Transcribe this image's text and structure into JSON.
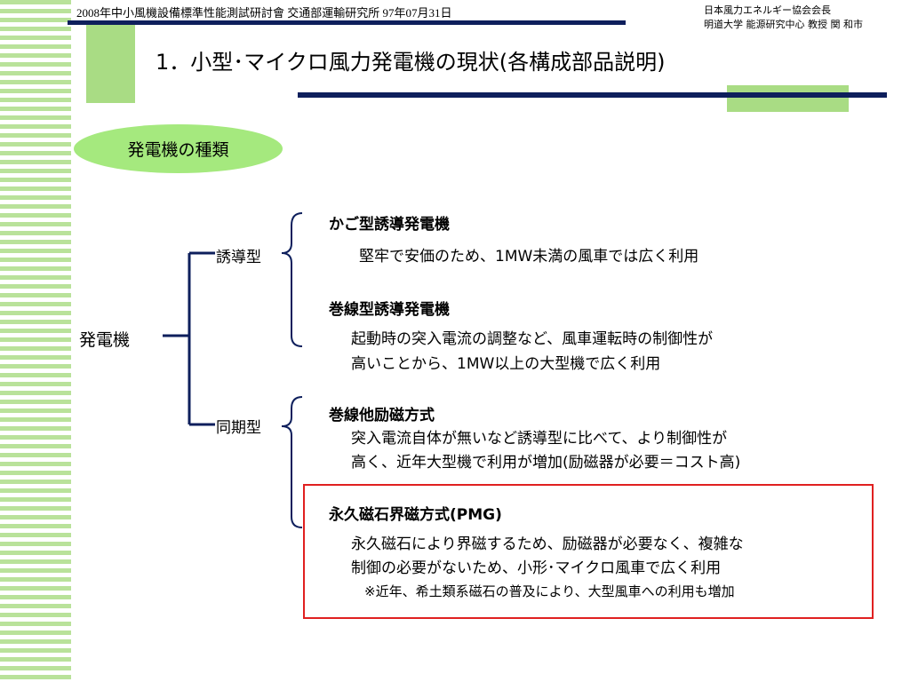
{
  "header": {
    "left": "2008年中小風機設備標準性能測試研討會 交通部運輸研究所 97年07月31日",
    "right_line1": "日本風力エネルギー協会会長",
    "right_line2": "明道大学 能源研究中心 教授 関 和市"
  },
  "title": "1．小型･マイクロ風力発電機の現状(各構成部品説明)",
  "pill_label": "発電機の種類",
  "tree": {
    "root": "発電機",
    "induction": {
      "label": "誘導型",
      "item1_title": "かご型誘導発電機",
      "item1_desc": "堅牢で安価のため、1MW未満の風車では広く利用",
      "item2_title": "巻線型誘導発電機",
      "item2_desc_line1": "起動時の突入電流の調整など、風車運転時の制御性が",
      "item2_desc_line2": "高いことから、1MW以上の大型機で広く利用"
    },
    "synchronous": {
      "label": "同期型",
      "item1_title": "巻線他励磁方式",
      "item1_desc_line1": "突入電流自体が無いなど誘導型に比べて、より制御性が",
      "item1_desc_line2": "高く、近年大型機で利用が増加(励磁器が必要＝コスト高)",
      "item2_title": "永久磁石界磁方式(PMG)",
      "item2_desc_line1": "永久磁石により界磁するため、励磁器が必要なく、複雑な",
      "item2_desc_line2": "制御の必要がないため、小形･マイクロ風車で広く利用",
      "item2_note": "※近年、希土類系磁石の普及により、大型風車への利用も増加"
    }
  },
  "colors": {
    "stripe_green": "#b9e29a",
    "accent_green": "#a9dc84",
    "pill_green": "#a5e97e",
    "navy": "#0e1f5c",
    "highlight_red": "#e02020"
  }
}
